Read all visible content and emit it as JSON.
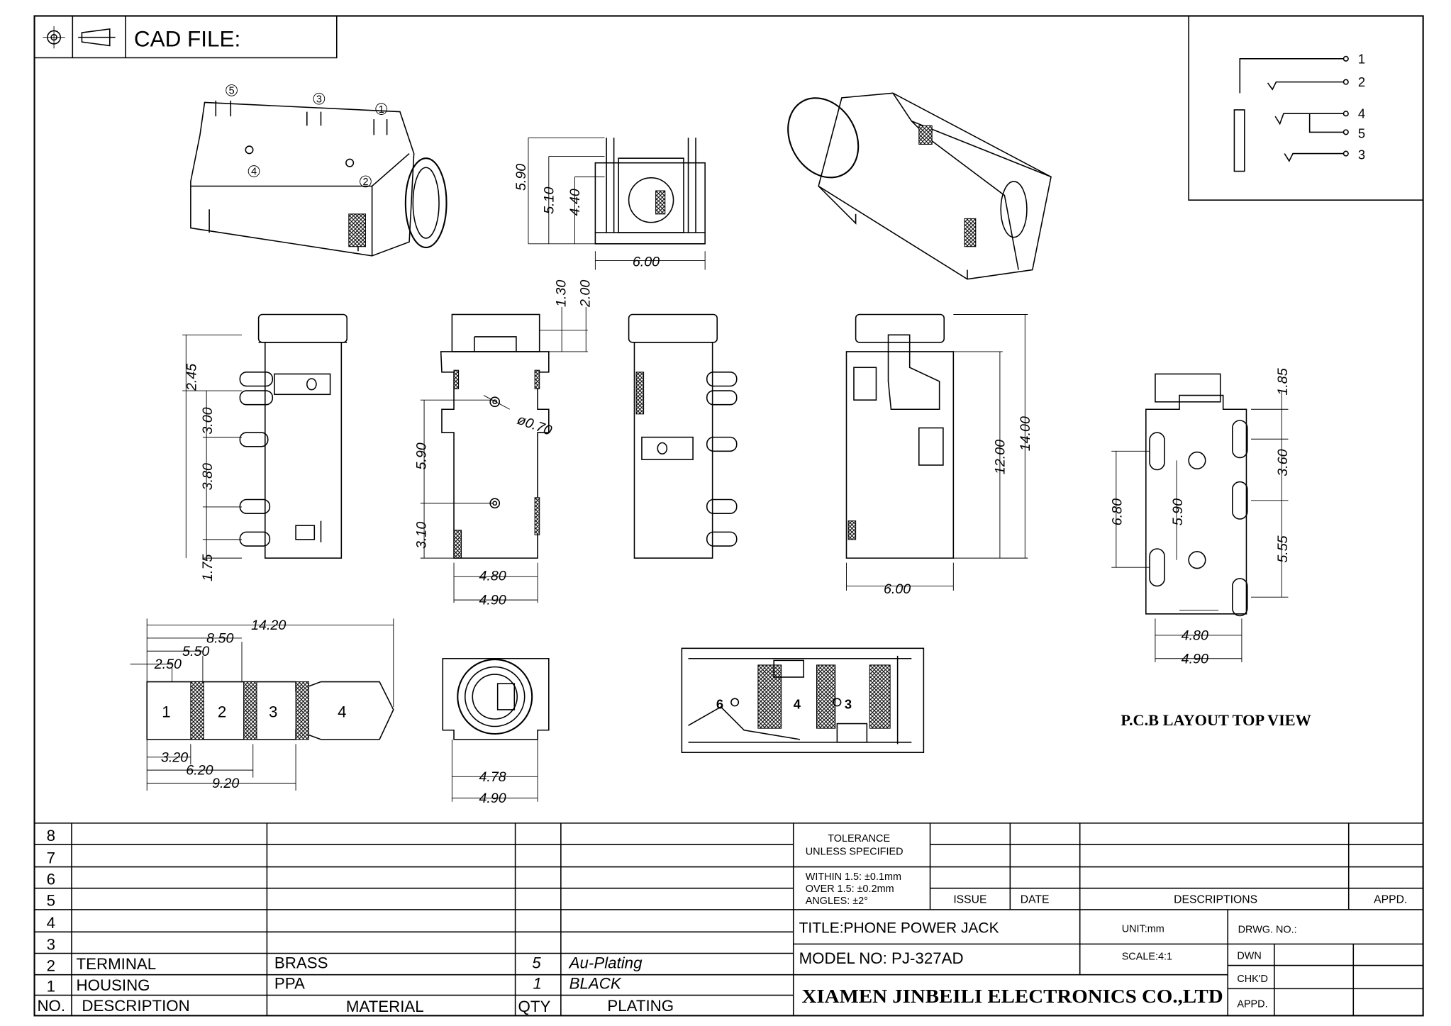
{
  "header": {
    "cad_label": "CAD FILE:",
    "icons": [
      "projection-symbol-icon",
      "cone-symbol-icon"
    ]
  },
  "schematic": {
    "pins": [
      "1",
      "2",
      "4",
      "5",
      "3"
    ]
  },
  "iso_pins": [
    "5",
    "3",
    "1",
    "4",
    "2"
  ],
  "dims": {
    "top_h1": "5.90",
    "top_h2": "5.10",
    "top_h3": "4.40",
    "top_w": "6.00",
    "side_a": "2.45",
    "side_b": "3.00",
    "side_c": "3.80",
    "side_d": "1.75",
    "mid_a": "1.30",
    "mid_b": "2.00",
    "mid_hole": "ø0.70",
    "mid_c": "5.90",
    "mid_d": "3.10",
    "mid_w1": "4.80",
    "mid_w2": "4.90",
    "right_h1": "12.00",
    "right_h2": "14.00",
    "right_w": "6.00",
    "pcb_a": "1.85",
    "pcb_b": "3.60",
    "pcb_c": "5.55",
    "pcb_d": "6.80",
    "pcb_e": "5.90",
    "pcb_w1": "4.80",
    "pcb_w2": "4.90",
    "plug_a": "14.20",
    "plug_b": "8.50",
    "plug_c": "5.50",
    "plug_d": "2.50",
    "plug_e": "3.20",
    "plug_f": "6.20",
    "plug_g": "9.20",
    "front_w1": "4.78",
    "front_w2": "4.90"
  },
  "plug_segments": [
    "1",
    "2",
    "3",
    "4"
  ],
  "section_labels": [
    "6",
    "4",
    "3"
  ],
  "pcb_title": "P.C.B LAYOUT TOP VIEW",
  "bom": {
    "rows": [
      {
        "no": "8",
        "desc": "",
        "material": "",
        "qty": "",
        "plating": ""
      },
      {
        "no": "7",
        "desc": "",
        "material": "",
        "qty": "",
        "plating": ""
      },
      {
        "no": "6",
        "desc": "",
        "material": "",
        "qty": "",
        "plating": ""
      },
      {
        "no": "5",
        "desc": "",
        "material": "",
        "qty": "",
        "plating": ""
      },
      {
        "no": "4",
        "desc": "",
        "material": "",
        "qty": "",
        "plating": ""
      },
      {
        "no": "3",
        "desc": "",
        "material": "",
        "qty": "",
        "plating": ""
      },
      {
        "no": "2",
        "desc": "TERMINAL",
        "material": "BRASS",
        "qty": "5",
        "plating": "Au-Plating"
      },
      {
        "no": "1",
        "desc": "HOUSING",
        "material": "PPA",
        "qty": "1",
        "plating": "BLACK"
      }
    ],
    "headers": {
      "no": "NO.",
      "desc": "DESCRIPTION",
      "material": "MATERIAL",
      "qty": "QTY",
      "plating": "PLATING"
    }
  },
  "title_block": {
    "tolerance_1": "TOLERANCE",
    "tolerance_2": "UNLESS SPECIFIED",
    "within": "WITHIN 1.5: ±0.1mm",
    "over": "OVER 1.5:  ±0.2mm",
    "angles": "ANGLES: ±2°",
    "issue": "ISSUE",
    "date": "DATE",
    "descriptions": "DESCRIPTIONS",
    "appd_rev": "APPD.",
    "title": "TITLE:PHONE POWER JACK",
    "unit": "UNIT:mm",
    "drwg_no": "DRWG. NO.:",
    "model": "MODEL NO: PJ-327AD",
    "scale": "SCALE:4:1",
    "dwn": "DWN",
    "chkd": "CHK'D",
    "appd": "APPD.",
    "company": "XIAMEN JINBEILI ELECTRONICS CO.,LTD"
  }
}
